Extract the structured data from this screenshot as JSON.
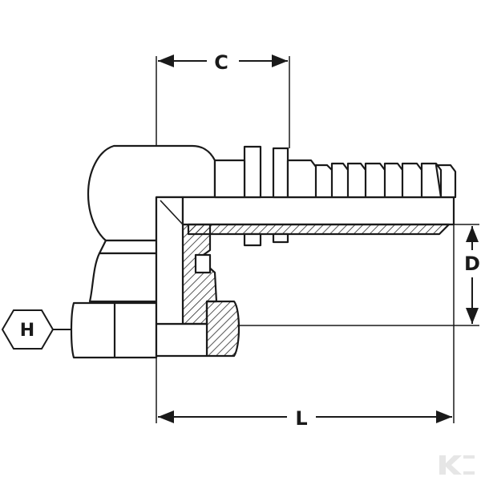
{
  "diagram": {
    "dimensions": {
      "c": "C",
      "d": "D",
      "l": "L",
      "h": "H"
    },
    "colors": {
      "ink": "#1a1a1a",
      "hatch": "#2a2a2a",
      "watermark": "#e6e6e6"
    }
  }
}
